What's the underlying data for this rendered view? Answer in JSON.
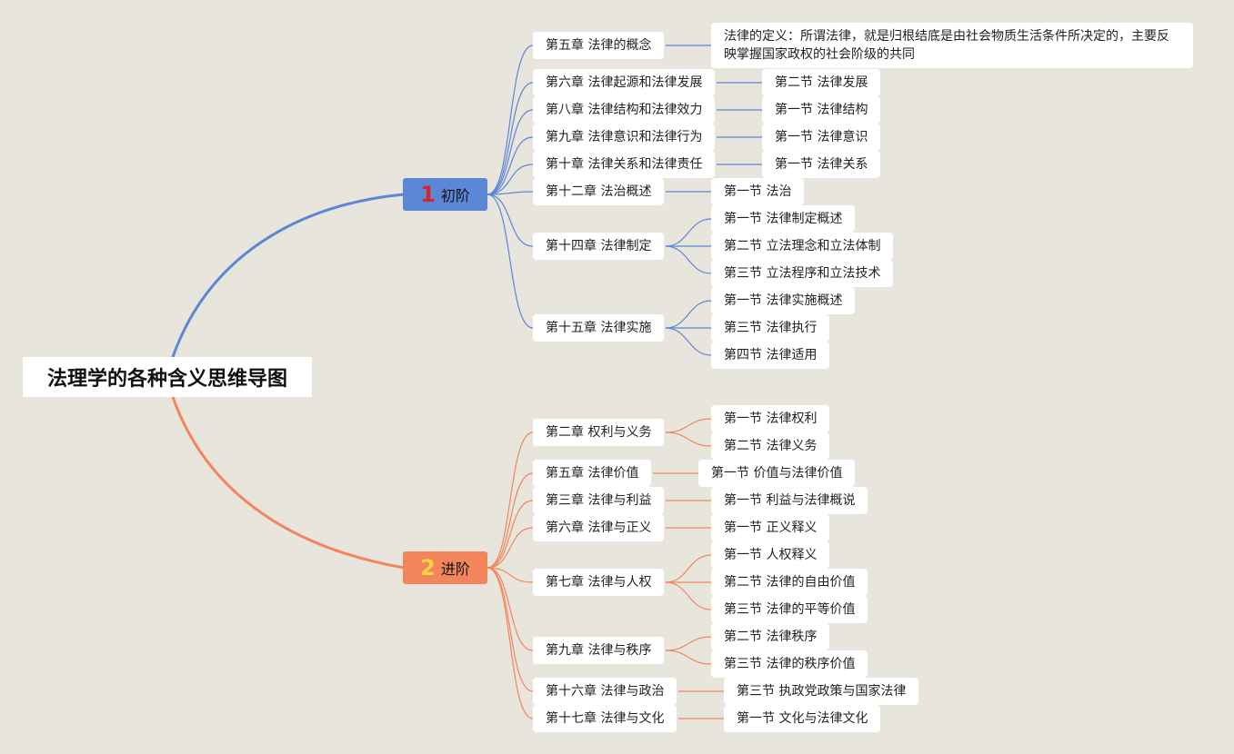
{
  "root": {
    "title": "法理学的各种含义思维导图"
  },
  "colors": {
    "blue": "#5b87d6",
    "orange": "#f2855c",
    "blue_num": "#d8232a",
    "orange_num": "#f7d33c"
  },
  "branches": [
    {
      "num": "1",
      "label": "初阶",
      "chapters": [
        {
          "label": "第五章 法律的概念",
          "children": [
            "法律的定义：所谓法律，就是归根结底是由社会物质生活条件所决定的，主要反映掌握国家政权的社会阶级的共同"
          ]
        },
        {
          "label": "第六章 法律起源和法律发展",
          "children": [
            "第二节 法律发展"
          ]
        },
        {
          "label": "第八章 法律结构和法律效力",
          "children": [
            "第一节 法律结构"
          ]
        },
        {
          "label": "第九章 法律意识和法律行为",
          "children": [
            "第一节 法律意识"
          ]
        },
        {
          "label": "第十章 法律关系和法律责任",
          "children": [
            "第一节 法律关系"
          ]
        },
        {
          "label": "第十二章 法治概述",
          "children": [
            "第一节 法治"
          ]
        },
        {
          "label": "第十四章 法律制定",
          "children": [
            "第一节 法律制定概述",
            "第二节 立法理念和立法体制",
            "第三节 立法程序和立法技术"
          ]
        },
        {
          "label": "第十五章 法律实施",
          "children": [
            "第一节 法律实施概述",
            "第三节 法律执行",
            "第四节 法律适用"
          ]
        }
      ]
    },
    {
      "num": "2",
      "label": "进阶",
      "chapters": [
        {
          "label": "第二章 权利与义务",
          "children": [
            "第一节 法律权利",
            "第二节 法律义务"
          ]
        },
        {
          "label": "第五章 法律价值",
          "children": [
            "第一节 价值与法律价值"
          ]
        },
        {
          "label": "第三章 法律与利益",
          "children": [
            "第一节 利益与法律概说"
          ]
        },
        {
          "label": "第六章 法律与正义",
          "children": [
            "第一节 正义释义"
          ]
        },
        {
          "label": "第七章 法律与人权",
          "children": [
            "第一节 人权释义",
            "第二节 法律的自由价值",
            "第三节 法律的平等价值"
          ]
        },
        {
          "label": "第九章 法律与秩序",
          "children": [
            "第二节 法律秩序",
            "第三节 法律的秩序价值"
          ]
        },
        {
          "label": "第十六章 法律与政治",
          "children": [
            "第三节 执政党政策与国家法律"
          ]
        },
        {
          "label": "第十七章 法律与文化",
          "children": [
            "第一节 文化与法律文化"
          ]
        }
      ]
    }
  ]
}
